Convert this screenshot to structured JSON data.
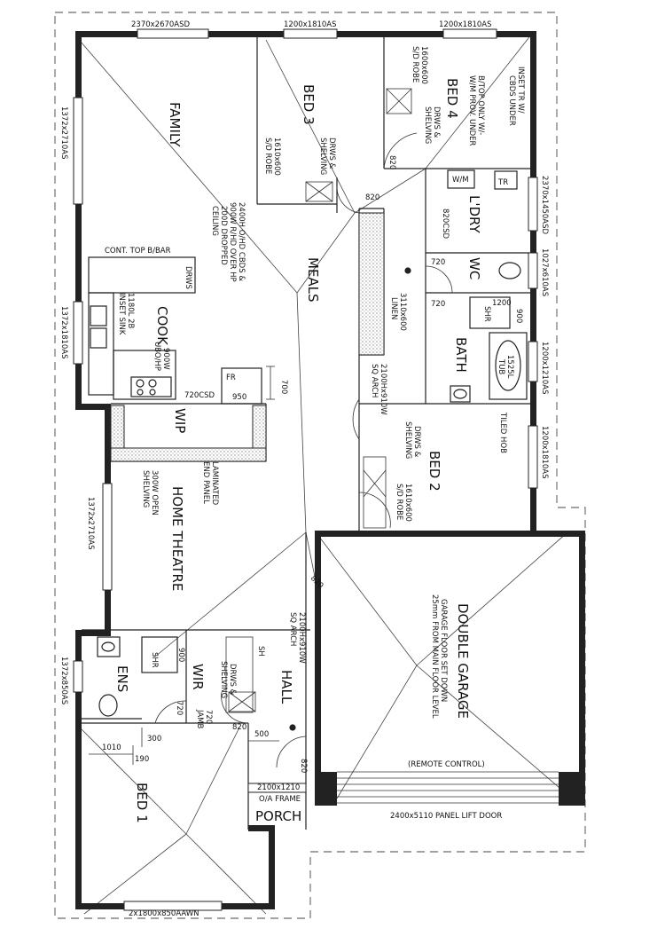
{
  "rooms": {
    "family": "FAMILY",
    "bed3": "BED 3",
    "bed4": "BED 4",
    "laundry": "L'DRY",
    "wc": "WC",
    "bath": "BATH",
    "meals": "MEALS",
    "cook": "COOK",
    "wip": "WIP",
    "home_theatre": "HOME THEATRE",
    "bed2": "BED 2",
    "double_garage": "DOUBLE GARAGE",
    "ens": "ENS",
    "wir": "WIR",
    "hall": "HALL",
    "bed1": "BED 1",
    "porch": "PORCH"
  },
  "windows": {
    "top_left": "2370x2670ASD",
    "top_mid": "1200x1810AS",
    "top_right": "1200x1810AS",
    "left_family": "1372x2710AS",
    "left_cook": "1372x1810AS",
    "left_theatre": "1372x2710AS",
    "left_ens": "1372x850AS",
    "right_ldry": "2370x1450ASD",
    "right_wc": "1027x610AS",
    "right_bath": "1200x1210AS",
    "right_bed2": "1200x1810AS",
    "bottom_bed1": "2x1800x850AAWN",
    "porch_frame": "2100x1210",
    "porch_frame_note": "O/A FRAME",
    "garage_door": "2400x5110 PANEL LIFT DOOR"
  },
  "notes": {
    "bed3_robe_a": "1610x600",
    "bed3_robe_b": "S/D ROBE",
    "bed3_drws_a": "DRWS &",
    "bed3_drws_b": "SHELVING",
    "bed4_robe_a": "1600x600",
    "bed4_robe_b": "S/D ROBE",
    "bed4_drws_a": "DRWS &",
    "bed4_drws_b": "SHELVING",
    "ldry_note_a": "INSET TR W/",
    "ldry_note_b": "CBDS UNDER",
    "ldry_note_c": "B/TOP ONLY W/-",
    "ldry_note_d": "W/M PROV. UNDER",
    "ldry_wm": "W/M",
    "ldry_tr": "TR",
    "ldry_csd": "820CSD",
    "door_820_a": "820",
    "door_820_b": "820",
    "door_720_a": "720",
    "door_720_b": "720",
    "shr_1200": "1200",
    "shr_900": "900",
    "shr": "SHR",
    "tub_a": "1525L",
    "tub_b": "TUB",
    "tiled_hob": "TILED HOB",
    "linen_a": "3110x600",
    "linen_b": "LINEN",
    "arch_a": "2100Hx910W",
    "arch_b": "SQ ARCH",
    "family_ceiling_a": "2400H O/HD CBDS &",
    "family_ceiling_b": "900W R/HD OVER HP",
    "family_ceiling_c": "200D DROPPED",
    "family_ceiling_d": "CEILING",
    "bbar": "CONT. TOP B/BAR",
    "drws": "DRWS",
    "sink_a": "1180L 2B",
    "sink_b": "INSET SINK",
    "uho_a": "900W",
    "uho_b": "UBO/HP",
    "fr": "FR",
    "fr_950": "950",
    "fr_700": "700",
    "wip_csd": "720CSD",
    "shelving_a": "300W OPEN",
    "shelving_b": "SHELVING",
    "end_panel_a": "LAMINATED",
    "end_panel_b": "END PANEL",
    "bed2_drws_a": "DRWS &",
    "bed2_drws_b": "SHELVING",
    "bed2_robe_a": "1610x600",
    "bed2_robe_b": "S/D ROBE",
    "garage_note_a": "GARAGE FLOOR SET DOWN",
    "garage_note_b": "25mm FROM MAIN FLOOR LEVEL",
    "remote": "(REMOTE CONTROL)",
    "hall_arch_a": "2100Hx910W",
    "hall_arch_b": "SQ ARCH",
    "door_820_c": "820",
    "door_820_d": "820",
    "door_820_e": "820",
    "wir_sh": "SH",
    "wir_drws_a": "DRWS &",
    "wir_drws_b": "SHELVING",
    "wir_jamb_a": "720",
    "wir_jamb_b": "JAMB",
    "ens_720": "720",
    "ens_shr": "SHR",
    "ens_900": "900",
    "dim_500": "500",
    "dim_300": "300",
    "dim_1010": "1010",
    "dim_190": "190"
  }
}
